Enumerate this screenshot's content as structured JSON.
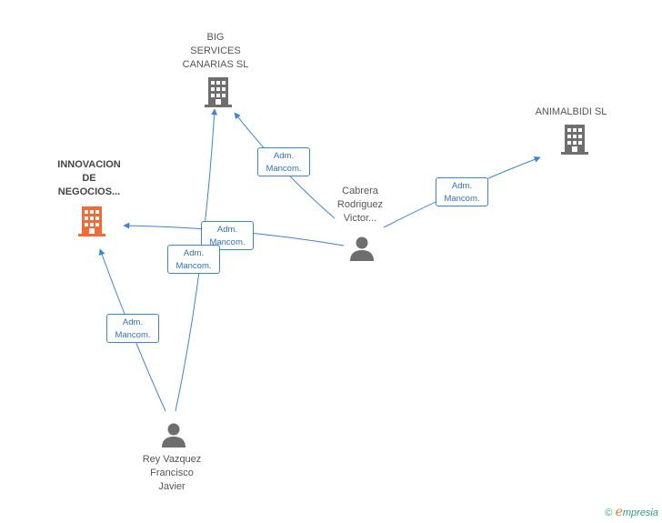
{
  "colors": {
    "edge": "#3b84d8",
    "node_company": "#6e6e6e",
    "node_focus": "#f26a36",
    "node_person": "#6e6e6e"
  },
  "nodes": {
    "big_services": {
      "label": [
        "BIG",
        "SERVICES",
        "CANARIAS SL"
      ],
      "icon": "building-icon"
    },
    "animalbidi": {
      "label": [
        "ANIMALBIDI SL"
      ],
      "icon": "building-icon"
    },
    "innovacion": {
      "label": [
        "INNOVACION",
        "DE",
        "NEGOCIOS..."
      ],
      "icon": "building-icon"
    },
    "cabrera": {
      "label": [
        "Cabrera",
        "Rodriguez",
        "Victor..."
      ],
      "icon": "person-icon"
    },
    "rey": {
      "label": [
        "Rey Vazquez",
        "Francisco",
        "Javier"
      ],
      "icon": "person-icon"
    }
  },
  "edges": [
    {
      "label": [
        "Adm.",
        "Mancom."
      ]
    },
    {
      "label": [
        "Adm.",
        "Mancom."
      ]
    },
    {
      "label": [
        "Adm.",
        "Mancom."
      ]
    },
    {
      "label": [
        "Adm.",
        "Mancom."
      ]
    },
    {
      "label": [
        "Adm.",
        "Mancom."
      ]
    }
  ],
  "watermark": {
    "copyright": "©",
    "brand_initial": "e",
    "brand_rest": "mpresia"
  }
}
